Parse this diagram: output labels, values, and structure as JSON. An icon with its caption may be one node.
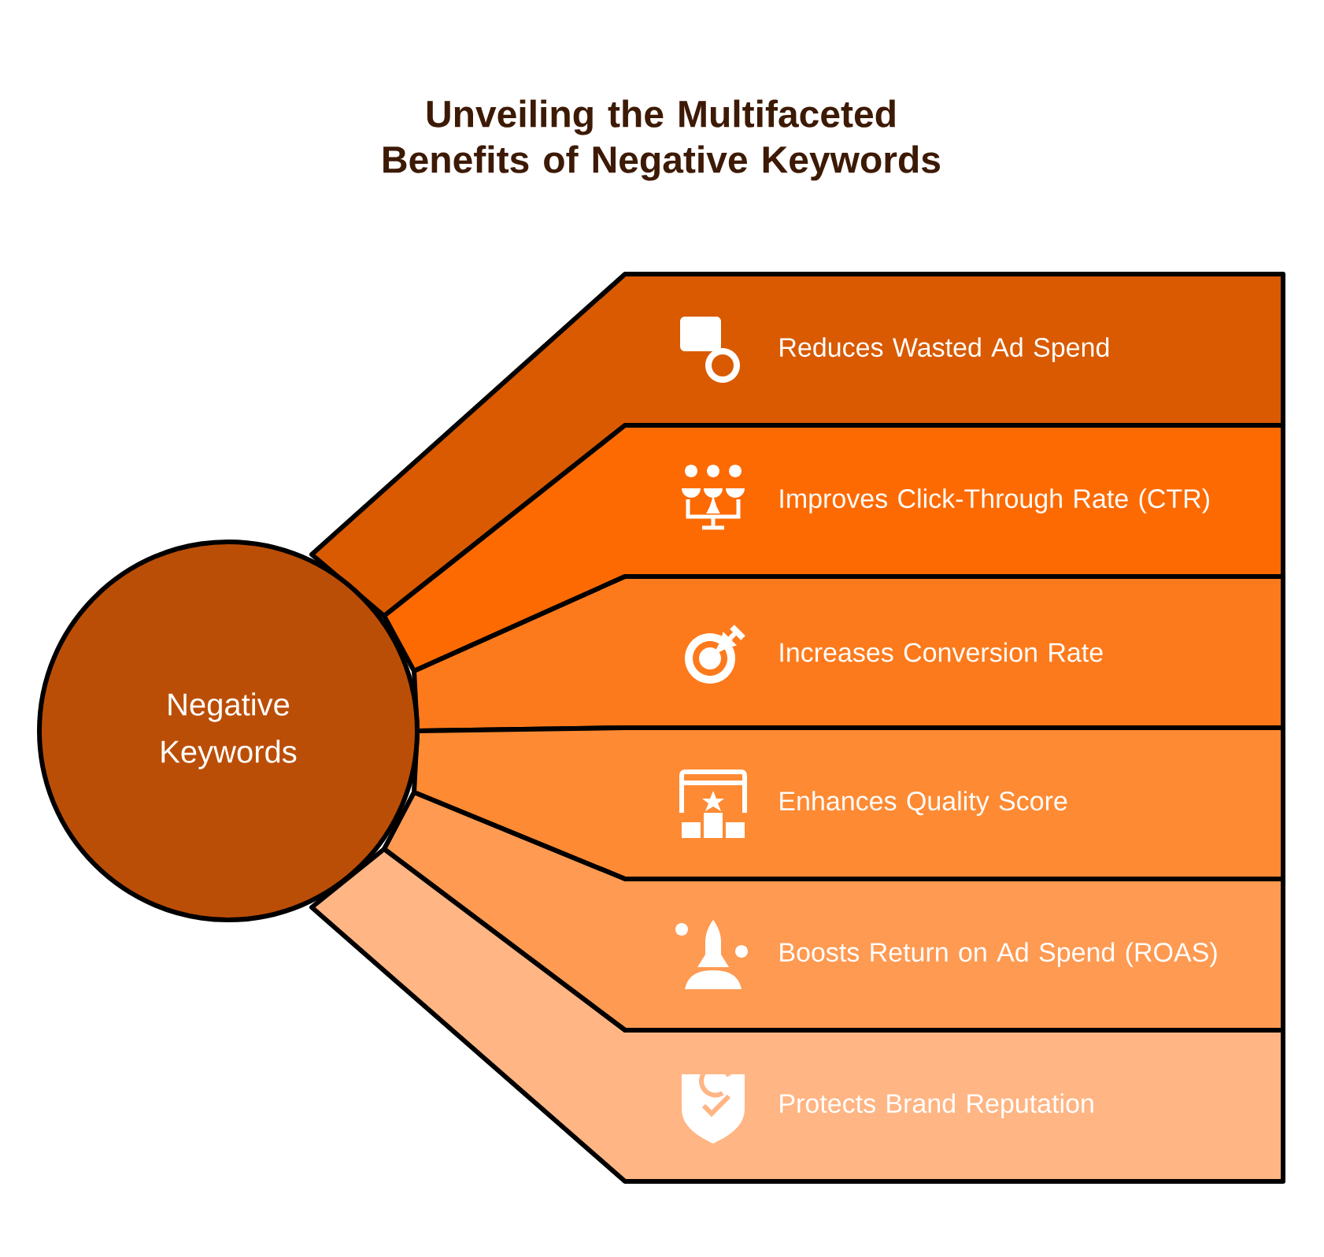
{
  "diagram": {
    "title": "Unveiling the Multifaceted Benefits of Negative Keywords",
    "nodes": [
      {
        "text": [
          "Negative Keywords"
        ]
      },
      {
        "text": [
          "Reduces Wasted Ad Spend"
        ]
      },
      {
        "text": [
          "Improves Click-Through Rate (CTR)"
        ]
      },
      {
        "text": [
          "Increases Conversion Rate"
        ]
      },
      {
        "text": [
          "Enhances Quality Score"
        ]
      },
      {
        "text": [
          "Boosts Return on Ad Spend (ROAS)"
        ]
      },
      {
        "text": [
          "Protects Brand Reputation"
        ]
      }
    ]
  }
}
